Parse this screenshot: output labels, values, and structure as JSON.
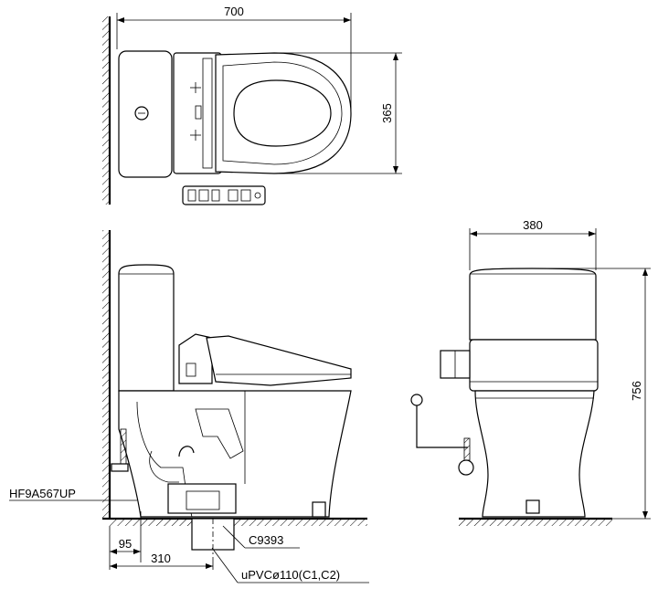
{
  "drawing": {
    "top_view": {
      "width_dim": "700",
      "depth_dim": "365"
    },
    "side_view": {
      "valve_label": "HF9A567UP",
      "flange_label": "C9393",
      "pipe_label": "uPVCø110(C1,C2)",
      "wall_offset_dim": "95",
      "rough_in_dim": "310"
    },
    "front_view": {
      "width_dim": "380",
      "height_dim": "756"
    }
  }
}
